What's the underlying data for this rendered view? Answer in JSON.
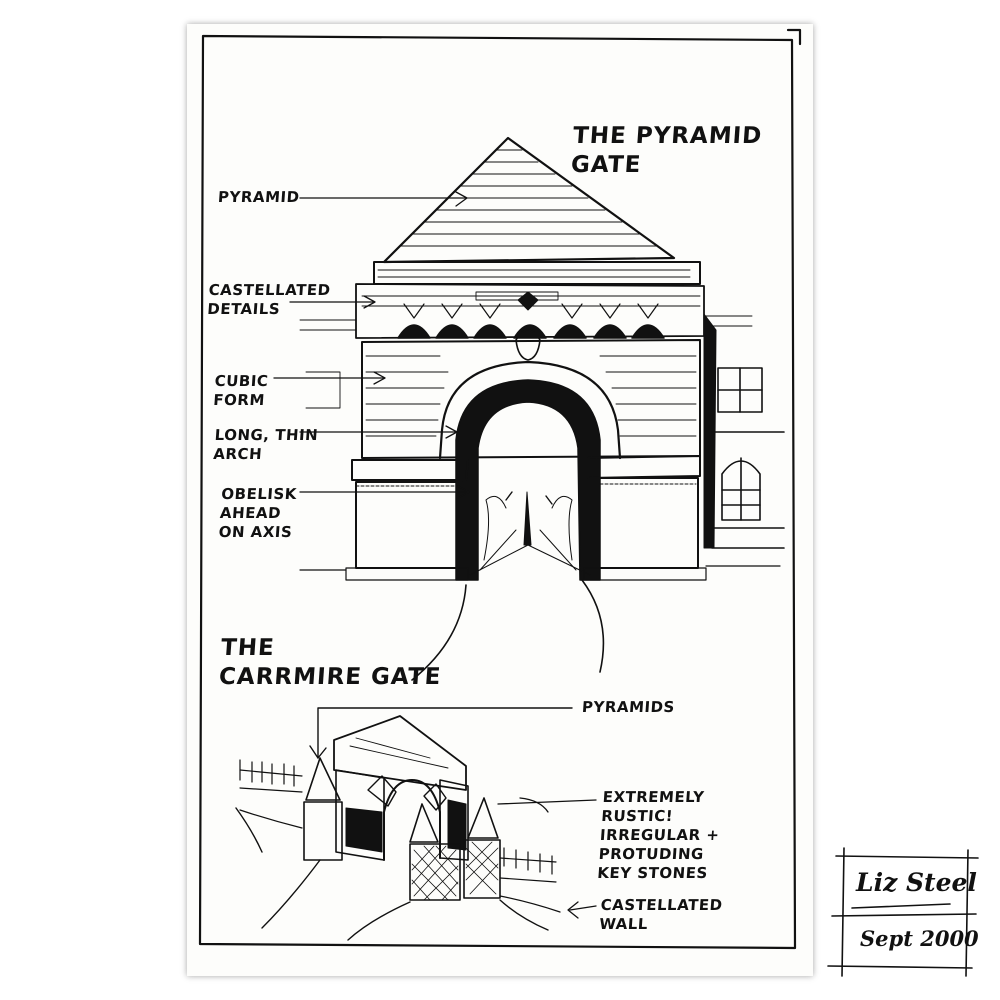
{
  "titles": {
    "pyramid_gate": "THE PYRAMID\nGATE",
    "carrmire_gate": "THE\nCARRMIRE GATE"
  },
  "labels": {
    "pyramid": "PYRAMID",
    "castellated_details": "CASTELLATED\nDETAILS",
    "cubic_form": "CUBIC\nFORM",
    "long_thin_arch": "LONG, THIN\nARCH",
    "obelisk": "OBELISK\nAHEAD\nON AXIS",
    "pyramids": "PYRAMIDS",
    "rustic": "EXTREMELY\nRUSTIC!\nIRREGULAR +\nPROTUDING\nKEY STONES",
    "castellated_wall": "CASTELLATED\nWALL"
  },
  "signature": {
    "name": "Liz Steel",
    "date": "Sept 2000"
  },
  "colors": {
    "ink": "#111111",
    "paper": "#fdfdfb",
    "background": "#ffffff"
  }
}
